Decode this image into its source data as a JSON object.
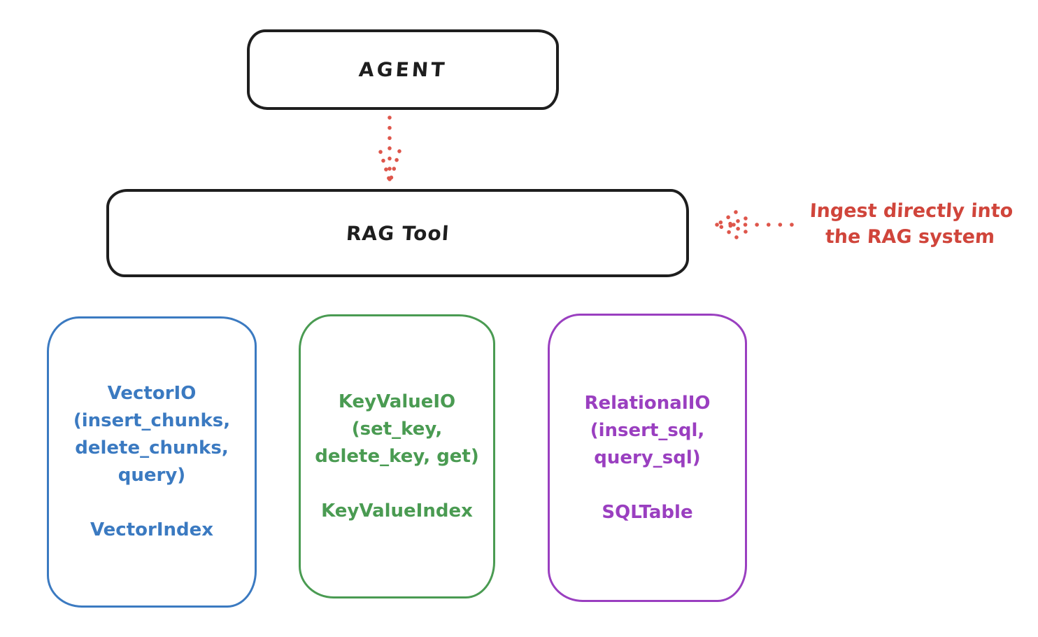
{
  "colors": {
    "background": "#ffffff",
    "black_stroke": "#1e1e1e",
    "red_annotation": "#d0453b",
    "red_arrow": "#de564b",
    "blue": "#3b7ac1",
    "green": "#4a9b52",
    "purple": "#9a3fc0"
  },
  "nodes": {
    "agent": {
      "label": "AGENT"
    },
    "rag_tool": {
      "label": "RAG Tool"
    }
  },
  "io_nodes": [
    {
      "name": "vector-io",
      "color": "#3b7ac1",
      "lines": [
        "VectorIO",
        "(insert_chunks,",
        "delete_chunks,",
        "query)"
      ],
      "index_label": "VectorIndex"
    },
    {
      "name": "keyvalue-io",
      "color": "#4a9b52",
      "lines": [
        "KeyValueIO",
        "(set_key,",
        "delete_key, get)"
      ],
      "index_label": "KeyValueIndex"
    },
    {
      "name": "relational-io",
      "color": "#9a3fc0",
      "lines": [
        "RelationalIO",
        "(insert_sql,",
        "query_sql)"
      ],
      "index_label": "SQLTable"
    }
  ],
  "annotation": {
    "line1": "Ingest directly into",
    "line2": "the RAG system"
  }
}
